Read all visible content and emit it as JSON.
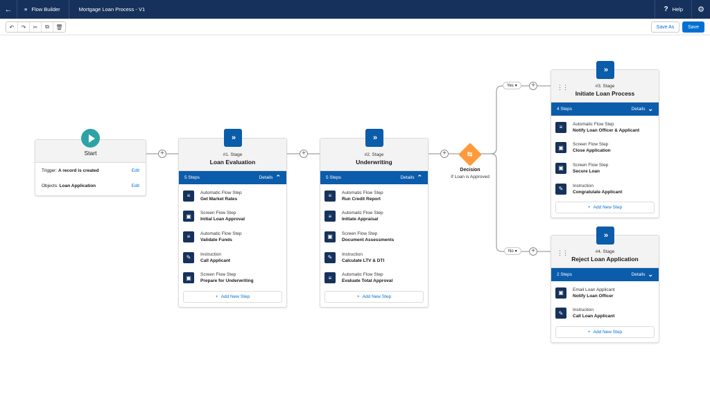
{
  "header": {
    "back_icon": "arrow-left-icon",
    "app_name": "Flow Builder",
    "flow_title": "Mortgage Loan Process - V1",
    "help_label": "Help"
  },
  "toolbar": {
    "tools": [
      "undo-icon",
      "redo-icon",
      "cut-icon",
      "copy-icon",
      "delete-icon"
    ],
    "save_as_label": "Save As",
    "save_label": "Save"
  },
  "start": {
    "title": "Start",
    "trigger_label": "Trigger:",
    "trigger_value": "A record is created",
    "objects_label": "Objects:",
    "objects_value": "Loan Application",
    "edit_label": "Edit"
  },
  "stages": [
    {
      "number": "#1. Stage",
      "name": "Loan Evaluation",
      "steps_count": "5 Steps",
      "details_label": "Details",
      "expanded": true,
      "steps": [
        {
          "type": "Automatic Flow Step",
          "name": "Get Market Rates",
          "icon": "auto-flow-icon"
        },
        {
          "type": "Screen Flow Step",
          "name": "Initial Loan Approval",
          "icon": "screen-flow-icon"
        },
        {
          "type": "Automatic Flow Step",
          "name": "Validate Funds",
          "icon": "auto-flow-icon"
        },
        {
          "type": "Instruction",
          "name": "Call Applicant",
          "icon": "instruction-icon"
        },
        {
          "type": "Screen Flow Step",
          "name": "Prepare for Underwriting",
          "icon": "screen-flow-icon"
        }
      ],
      "add_label": "Add New Step"
    },
    {
      "number": "#2. Stage",
      "name": "Underwriting",
      "steps_count": "5 Steps",
      "details_label": "Details",
      "expanded": true,
      "steps": [
        {
          "type": "Automatic Flow Step",
          "name": "Run Credit Report",
          "icon": "auto-flow-icon"
        },
        {
          "type": "Automatic Flow Step",
          "name": "Initiate Appraisal",
          "icon": "auto-flow-icon"
        },
        {
          "type": "Screen Flow Step",
          "name": "Document Assessments",
          "icon": "screen-flow-icon"
        },
        {
          "type": "Instruction",
          "name": "Calculate LTV & DTI",
          "icon": "instruction-icon"
        },
        {
          "type": "Automatic Flow Step",
          "name": "Evaluate Total Approval",
          "icon": "auto-flow-icon"
        }
      ],
      "add_label": "Add New Step"
    },
    {
      "number": "#3. Stage",
      "name": "Initiate Loan Process",
      "steps_count": "4 Steps",
      "details_label": "Details",
      "expanded": false,
      "steps": [
        {
          "type": "Automatic Flow Step",
          "name": "Notify Loan Officer & Applicant",
          "icon": "auto-flow-icon"
        },
        {
          "type": "Screen Flow Step",
          "name": "Close Application",
          "icon": "screen-flow-icon"
        },
        {
          "type": "Screen Flow Step",
          "name": "Secure Loan",
          "icon": "screen-flow-icon"
        },
        {
          "type": "Instruction",
          "name": "Congratulate Applicant",
          "icon": "instruction-icon"
        }
      ],
      "add_label": "Add New Step"
    },
    {
      "number": "#4. Stage",
      "name": "Reject Loan Application",
      "steps_count": "2 Steps",
      "details_label": "Details",
      "expanded": false,
      "steps": [
        {
          "type": "Email Loan Applicant",
          "name": "Notify Loan Officer",
          "icon": "screen-flow-icon"
        },
        {
          "type": "Instruction",
          "name": "Call Loan Applicant",
          "icon": "instruction-icon"
        }
      ],
      "add_label": "Add New Step"
    }
  ],
  "decision": {
    "title": "Decision",
    "subtitle": "If Loan is Approved",
    "yes_label": "Yes",
    "no_label": "No",
    "icon": "decision-icon",
    "color": "#ff9a3c"
  },
  "colors": {
    "header_bg": "#16325c",
    "accent": "#0070d2",
    "stage_bar": "#0b5cab",
    "start_icon": "#2ea3a6"
  }
}
